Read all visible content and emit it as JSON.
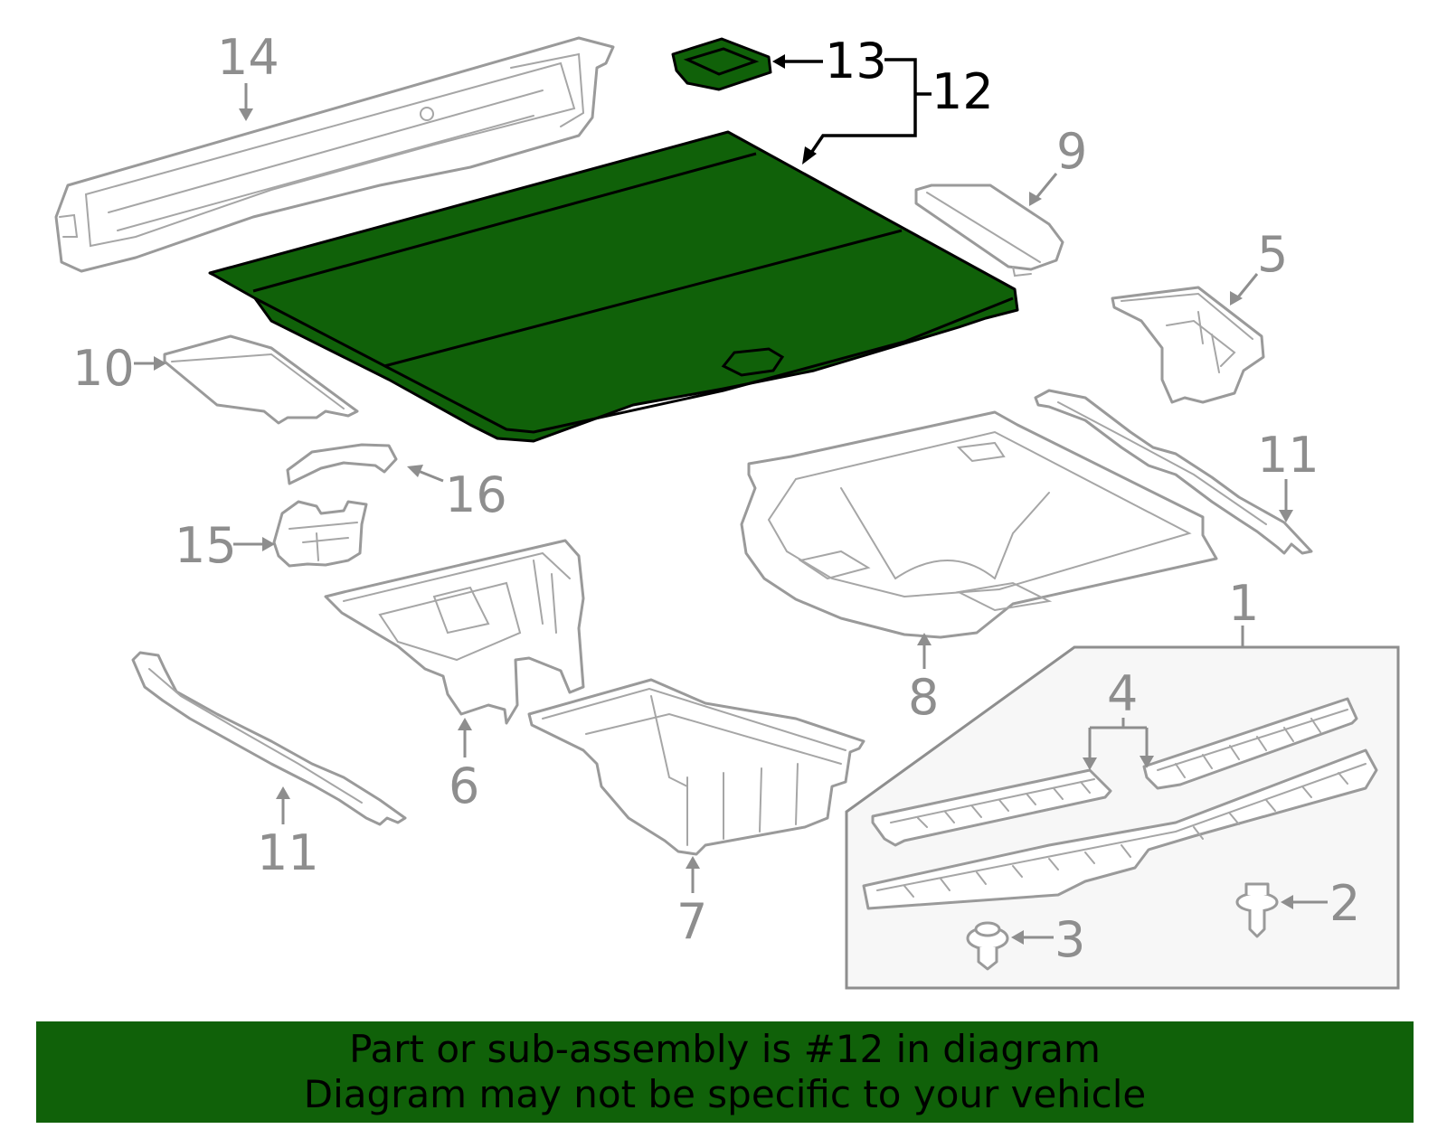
{
  "callouts": {
    "c1": "1",
    "c2": "2",
    "c3": "3",
    "c4": "4",
    "c5": "5",
    "c6": "6",
    "c7": "7",
    "c8": "8",
    "c9": "9",
    "c10": "10",
    "c11a": "11",
    "c11b": "11",
    "c12": "12",
    "c13": "13",
    "c14": "14",
    "c15": "15",
    "c16": "16"
  },
  "banner": {
    "line1": "Part or sub-assembly is #12 in diagram",
    "line2": "Diagram may not be specific to your vehicle"
  },
  "colors": {
    "highlight_fill": "#106109",
    "part_stroke": "#9a9a9a",
    "highlight_stroke": "#000000"
  }
}
